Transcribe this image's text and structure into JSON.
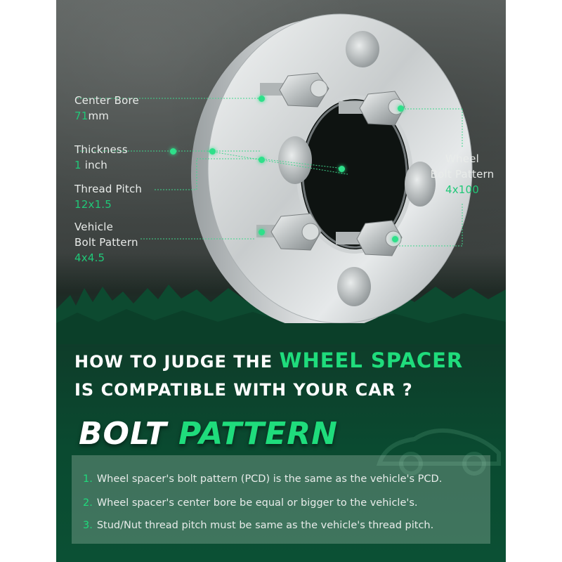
{
  "specs": {
    "center_bore": {
      "label": "Center Bore",
      "value": "71",
      "unit": "mm"
    },
    "thickness": {
      "label": "Thickness",
      "value": "1",
      "unit": "inch"
    },
    "thread_pitch": {
      "label": "Thread Pitch",
      "value": "12x1.5"
    },
    "vehicle_bolt_pattern": {
      "label_line1": "Vehicle",
      "label_line2": "Bolt Pattern",
      "value": "4x4.5"
    },
    "wheel_bolt_pattern": {
      "label_line1": "Wheel",
      "label_line2": "Bolt Pattern",
      "value": "4x100"
    }
  },
  "headline": {
    "line1_prefix": "HOW TO JUDGE THE",
    "line1_highlight": "WHEEL SPACER",
    "line2": "IS COMPATIBLE WITH YOUR CAR ?"
  },
  "section": {
    "title_white": "BOLT",
    "title_green": "PATTERN"
  },
  "rules": [
    {
      "num": "1.",
      "text": "Wheel spacer's bolt pattern (PCD) is the same as the vehicle's PCD."
    },
    {
      "num": "2.",
      "text": "Wheel spacer's center bore be equal or bigger to the vehicle's."
    },
    {
      "num": "3.",
      "text": "Stud/Nut thread pitch must be same as the vehicle's thread pitch."
    }
  ],
  "colors": {
    "accent": "#1fdc7c",
    "background_dark": "#0b4a30"
  }
}
